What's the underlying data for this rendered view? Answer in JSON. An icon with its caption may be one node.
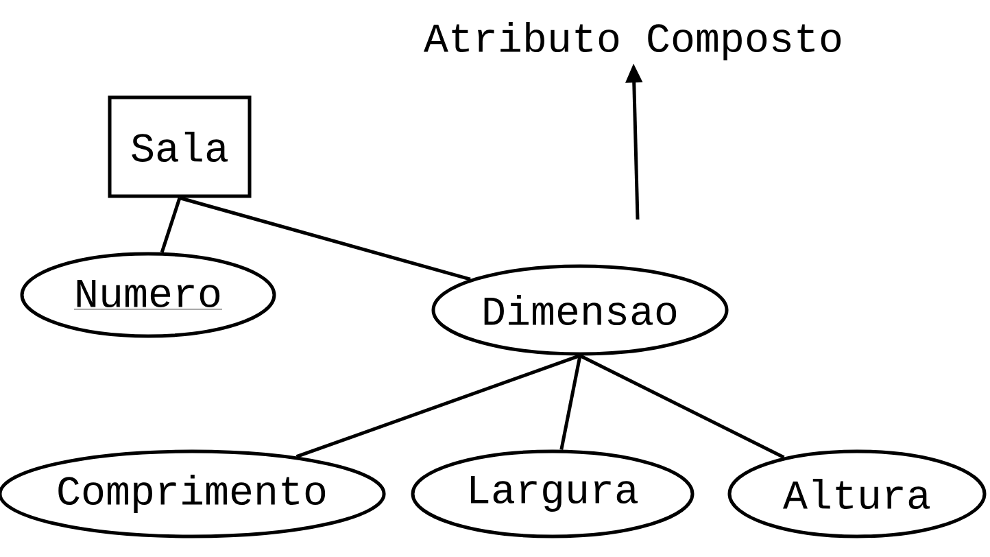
{
  "diagram": {
    "nodes": [
      {
        "text": [
          "Sala"
        ]
      },
      {
        "text": [
          "Numero"
        ]
      },
      {
        "text": [
          "Dimensao"
        ]
      },
      {
        "text": [
          "Comprimento"
        ]
      },
      {
        "text": [
          "Largura"
        ]
      },
      {
        "text": [
          "Altura"
        ]
      },
      {
        "text": [
          "Atributo Composto"
        ]
      }
    ],
    "edges": [
      {
        "from": 0,
        "to": 1,
        "arrow": "none"
      },
      {
        "from": 0,
        "to": 2,
        "arrow": "none"
      },
      {
        "from": 2,
        "to": 3,
        "arrow": "none"
      },
      {
        "from": 2,
        "to": 4,
        "arrow": "none"
      },
      {
        "from": 2,
        "to": 5,
        "arrow": "none"
      },
      {
        "from": null,
        "to": 6,
        "arrow": "to"
      }
    ]
  }
}
